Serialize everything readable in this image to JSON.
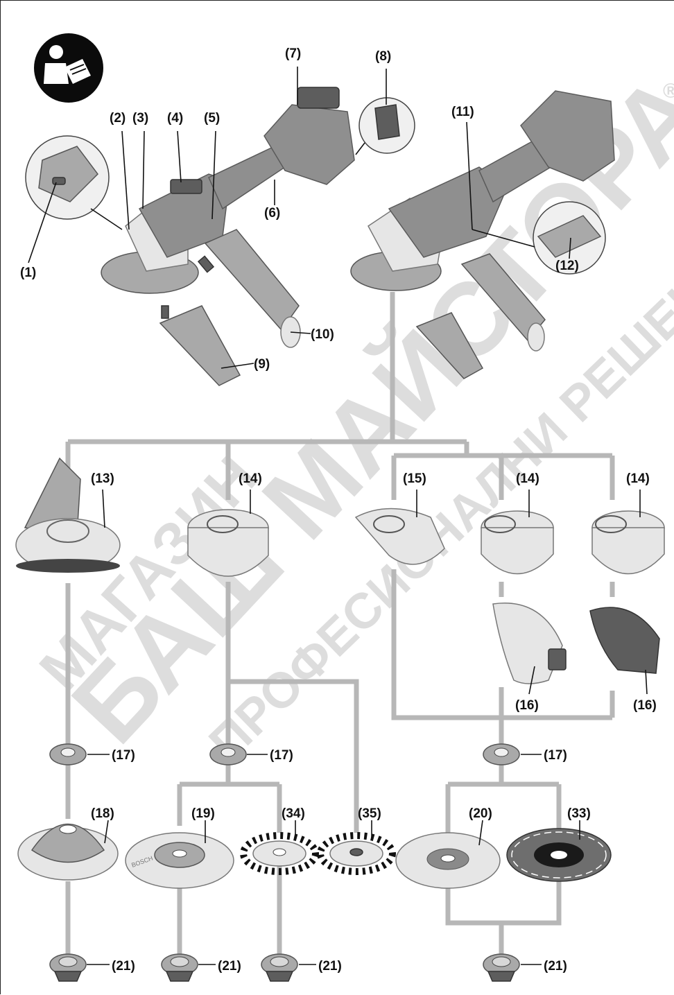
{
  "labels": {
    "p1": "(1)",
    "p2": "(2)",
    "p3": "(3)",
    "p4": "(4)",
    "p5": "(5)",
    "p6": "(6)",
    "p7": "(7)",
    "p8": "(8)",
    "p9": "(9)",
    "p10": "(10)",
    "p11": "(11)",
    "p12": "(12)",
    "p13": "(13)",
    "p14": "(14)",
    "p15": "(15)",
    "p16": "(16)",
    "p17": "(17)",
    "p18": "(18)",
    "p19": "(19)",
    "p20": "(20)",
    "p21": "(21)",
    "p33": "(33)",
    "p34": "(34)",
    "p35": "(35)"
  },
  "watermark": {
    "line1": "МАГАЗИН",
    "line2": "БАШ МАЙСТОРА",
    "line3": "ПРОФЕСИОНАЛНИ РЕШЕНИЯ",
    "registered": "®"
  },
  "brand": {
    "disc_text": "BOSCH"
  },
  "icons": {
    "manual": "read-manual-icon"
  },
  "colors": {
    "connector": "#b7b7b7",
    "tool": "#8f8f8f",
    "ink": "#111111"
  }
}
